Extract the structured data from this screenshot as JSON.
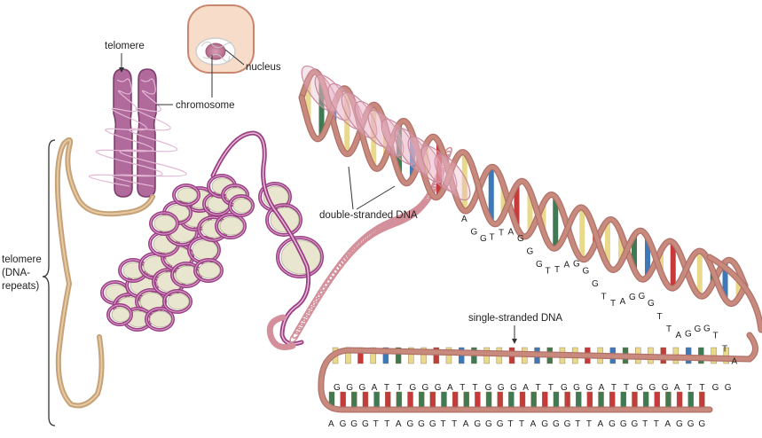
{
  "labels": {
    "telomere_top": "telomere",
    "chromosome": "chromosome",
    "nucleus": "nucleus",
    "telomere_side": [
      "telomere",
      "(DNA-",
      "repeats)"
    ],
    "double_stranded": "double-stranded DNA",
    "single_stranded": "single-stranded DNA"
  },
  "sequences": {
    "overhang_top": "GGGATTGGGATTGGGATTGGGATTGGGATTGG",
    "overhang_bottom": "AGGGTTAGGGTTAGGGTTAGGGTTAGGGTTAGGG",
    "helix_diagonal": [
      "A",
      "G",
      "G",
      "T",
      "T",
      "A",
      "G",
      "G",
      "G",
      "T",
      "T",
      "A",
      "G",
      "G",
      "G",
      "T",
      "T",
      "A",
      "G",
      "G",
      "G",
      "T",
      "T",
      "A",
      "G",
      "G",
      "G",
      "T",
      "T",
      "A"
    ]
  },
  "colors": {
    "backbone": "#c98a7e",
    "chromosome": "#b06a9b",
    "chromatin_ring": "#9b3f85",
    "nucleosome": "#e8e6cf",
    "base_yellow": "#e9d98a",
    "base_green": "#3f7a52",
    "base_blue": "#3d78b8",
    "base_red": "#c53a3a",
    "helix_pink": "#e7b5c8"
  }
}
